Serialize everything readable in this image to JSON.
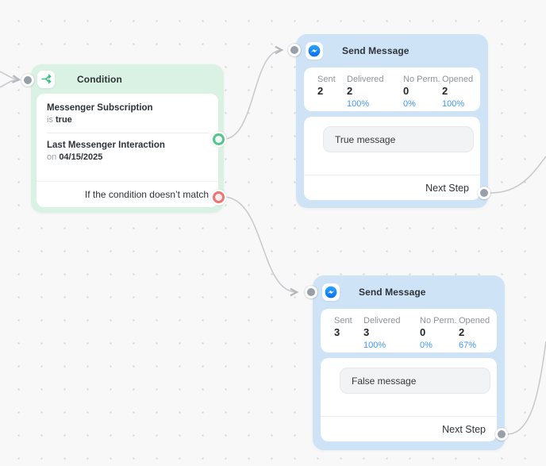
{
  "canvas": {
    "background": "#f8f8f8",
    "dot_color": "#d4d4d4"
  },
  "condition_node": {
    "title": "Condition",
    "icon": "branch-icon",
    "accent_bg": "#d9f2e3",
    "icon_color": "#3cbf7f",
    "rules": [
      {
        "name": "Messenger Subscription",
        "prefix": "is",
        "value": "true"
      },
      {
        "name": "Last Messenger Interaction",
        "prefix": "on",
        "value": "04/15/2025"
      }
    ],
    "else_label": "If the condition doesn’t match",
    "true_port_color": "#55c48e",
    "else_port_color": "#ee7373"
  },
  "message_nodes": [
    {
      "title": "Send Message",
      "icon": "messenger-icon",
      "accent_bg": "#cfe3f6",
      "stats": [
        {
          "label": "Sent",
          "value": "2",
          "pct": ""
        },
        {
          "label": "Delivered",
          "value": "2",
          "pct": "100%"
        },
        {
          "label": "No Perm.",
          "value": "0",
          "pct": "0%"
        },
        {
          "label": "Opened",
          "value": "2",
          "pct": "100%"
        }
      ],
      "message": "True message",
      "next_step_label": "Next Step"
    },
    {
      "title": "Send Message",
      "icon": "messenger-icon",
      "accent_bg": "#cfe3f6",
      "stats": [
        {
          "label": "Sent",
          "value": "3",
          "pct": ""
        },
        {
          "label": "Delivered",
          "value": "3",
          "pct": "100%"
        },
        {
          "label": "No Perm.",
          "value": "0",
          "pct": "0%"
        },
        {
          "label": "Opened",
          "value": "2",
          "pct": "67%"
        }
      ],
      "message": "False message",
      "next_step_label": "Next Step"
    }
  ],
  "stats_pct_color": "#3f95f5",
  "edge_color": "#c6c8cc"
}
